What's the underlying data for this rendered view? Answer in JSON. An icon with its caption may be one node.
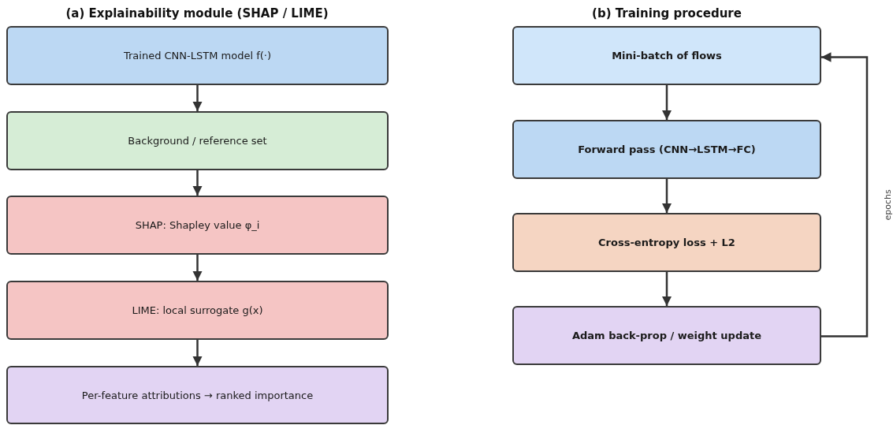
{
  "diagram": {
    "nodes": [
      {
        "text": [
          "Trained CNN-LSTM model  f(·)"
        ]
      },
      {
        "text": [
          "Background / reference set"
        ]
      },
      {
        "text": [
          "SHAP: Shapley value  φ_i"
        ]
      },
      {
        "text": [
          "LIME: local surrogate  g(x)"
        ]
      },
      {
        "text": [
          "Per-feature attributions  →  ranked importance"
        ]
      },
      {
        "text": [
          "Mini-batch of flows"
        ]
      },
      {
        "text": [
          "Forward pass (CNN→LSTM→FC)"
        ]
      },
      {
        "text": [
          "Cross-entropy loss + L2"
        ]
      },
      {
        "text": [
          "Adam back-prop / weight update"
        ]
      }
    ],
    "edges": [
      {
        "from": 0,
        "to": 1,
        "arrow": "to"
      },
      {
        "from": 1,
        "to": 2,
        "arrow": "to"
      },
      {
        "from": 2,
        "to": 3,
        "arrow": "to"
      },
      {
        "from": 3,
        "to": 4,
        "arrow": "to"
      },
      {
        "from": 5,
        "to": 6,
        "arrow": "to"
      },
      {
        "from": 6,
        "to": 7,
        "arrow": "to"
      },
      {
        "from": 7,
        "to": 8,
        "arrow": "to"
      },
      {
        "from": 8,
        "to": 5,
        "arrow": "to",
        "label": "epochs"
      }
    ],
    "labels": [
      "(a) Explainability module (SHAP / LIME)",
      "(b) Training procedure"
    ]
  }
}
